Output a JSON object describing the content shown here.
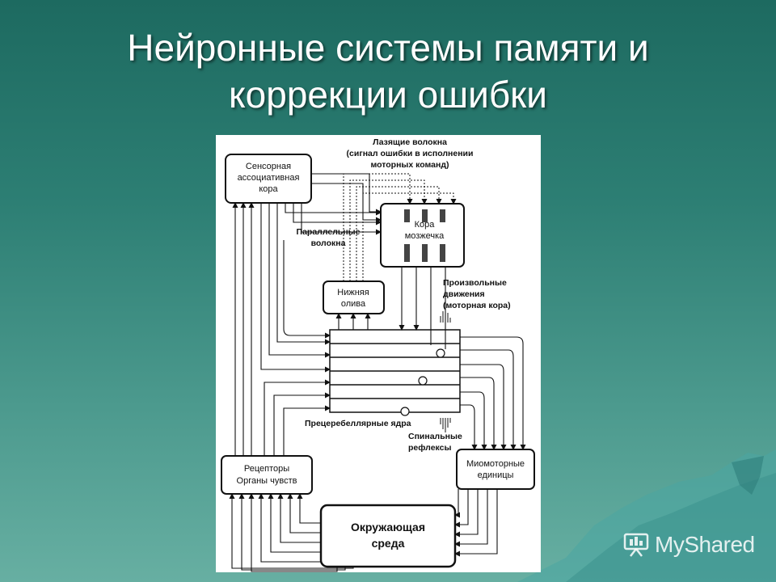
{
  "slide": {
    "title_line1": "Нейронные системы памяти и",
    "title_line2": "коррекции ошибки"
  },
  "diagram": {
    "sensory_cortex": [
      "Сенсорная",
      "ассоциативная",
      "кора"
    ],
    "climbing_fibers": [
      "Лазящие волокна",
      "(сигнал ошибки в исполнении",
      "моторных команд)"
    ],
    "cerebellar_cortex": [
      "Кора",
      "мозжечка"
    ],
    "parallel_fibers": [
      "Параллельные",
      "волокна"
    ],
    "inferior_olive": [
      "Нижняя",
      "олива"
    ],
    "voluntary_movements": [
      "Произвольные",
      "движения",
      "(моторная кора)"
    ],
    "precerebellar_nuclei": "Прецеребеллярные ядра",
    "spinal_reflexes": [
      "Спинальные",
      "рефлексы"
    ],
    "receptors": [
      "Рецепторы",
      "Органы чувств"
    ],
    "myomotor_units": [
      "Миомоторные",
      "единицы"
    ],
    "environment": [
      "Окружающая",
      "среда"
    ]
  },
  "watermark": {
    "text": "MyShared",
    "icon": "presentation-icon"
  },
  "colors": {
    "background": "#2d7f74",
    "title": "#ffffff",
    "diagram_bg": "#ffffff",
    "ink": "#111111"
  }
}
